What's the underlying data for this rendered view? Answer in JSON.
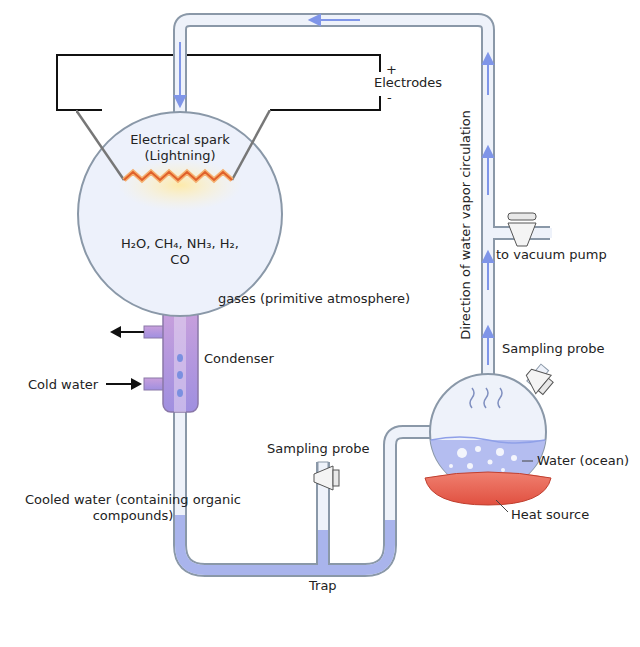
{
  "diagram": {
    "nodes": [
      {
        "text": [
          "Electrical spark (Lightning)",
          "H₂O, CH₄, NH₃, H₂, CO"
        ]
      }
    ],
    "labels": [
      "+",
      "Electrodes",
      "-",
      "gases (primitive atmosphere)",
      "Condenser",
      "Cold water",
      "Cooled water (containing organic compounds)",
      "Sampling probe",
      "Trap",
      "Sampling probe",
      "Water (ocean)",
      "Heat source",
      "to vacuum pump",
      "Direction of water vapor circulation"
    ]
  }
}
